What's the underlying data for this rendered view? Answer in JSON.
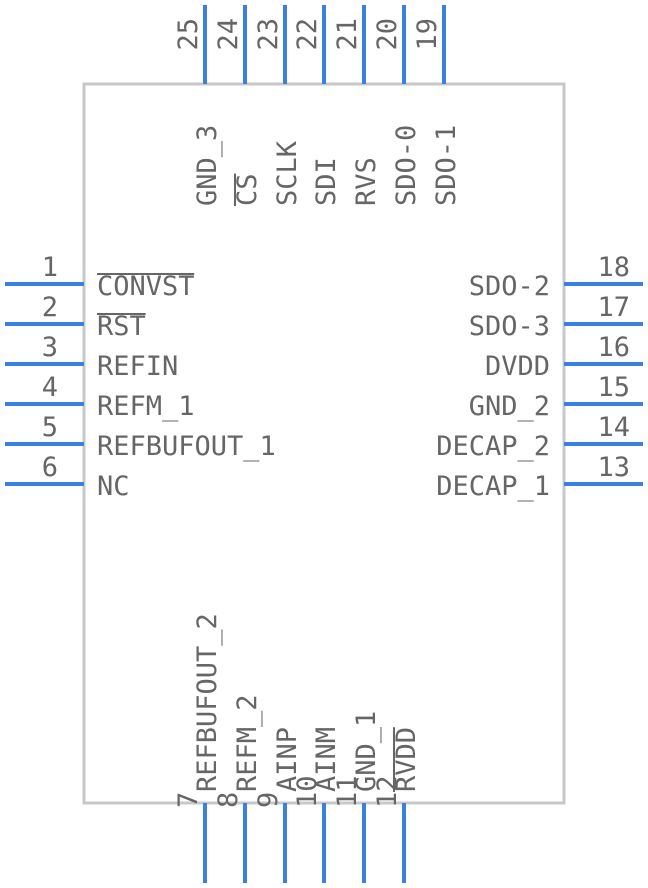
{
  "colors": {
    "pin": "#3b7fe0",
    "body_outline": "#c8c8c8",
    "text": "#666666"
  },
  "pins": {
    "left": [
      {
        "number": "1",
        "name": "CONVST",
        "overbar": true
      },
      {
        "number": "2",
        "name": "RST",
        "overbar": true
      },
      {
        "number": "3",
        "name": "REFIN"
      },
      {
        "number": "4",
        "name": "REFM_1"
      },
      {
        "number": "5",
        "name": "REFBUFOUT_1"
      },
      {
        "number": "6",
        "name": "NC"
      }
    ],
    "right": [
      {
        "number": "18",
        "name": "SDO-2"
      },
      {
        "number": "17",
        "name": "SDO-3"
      },
      {
        "number": "16",
        "name": "DVDD"
      },
      {
        "number": "15",
        "name": "GND_2"
      },
      {
        "number": "14",
        "name": "DECAP_2"
      },
      {
        "number": "13",
        "name": "DECAP_1"
      }
    ],
    "top": [
      {
        "number": "25",
        "name": "GND_3"
      },
      {
        "number": "24",
        "name": "CS",
        "overbar": true
      },
      {
        "number": "23",
        "name": "SCLK"
      },
      {
        "number": "22",
        "name": "SDI"
      },
      {
        "number": "21",
        "name": "RVS"
      },
      {
        "number": "20",
        "name": "SDO-0"
      },
      {
        "number": "19",
        "name": "SDO-1"
      }
    ],
    "bottom": [
      {
        "number": "7",
        "name": "REFBUFOUT_2"
      },
      {
        "number": "8",
        "name": "REFM_2"
      },
      {
        "number": "9",
        "name": "AINP"
      },
      {
        "number": "10",
        "name": "AINM"
      },
      {
        "number": "11",
        "name": "GND_1"
      },
      {
        "number": "12",
        "name": "RVDD",
        "overbar": true
      }
    ]
  }
}
